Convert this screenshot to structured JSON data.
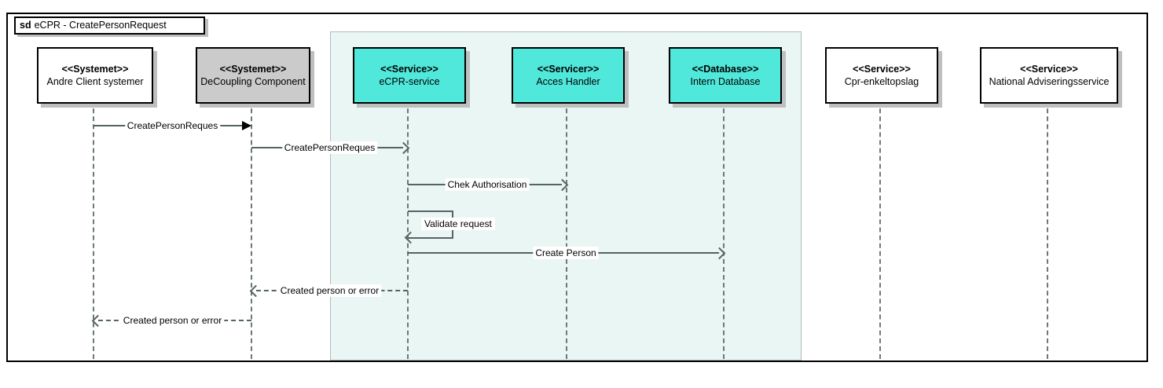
{
  "frame": {
    "keyword": "sd",
    "title": "eCPR - CreatePersonRequest"
  },
  "actors": [
    {
      "stereotype": "<<Systemet>>",
      "name": "Andre Client systemer",
      "fill": "#FFFFFF"
    },
    {
      "stereotype": "<<Systemet>>",
      "name": "DeCoupling Component",
      "fill": "#CBCBCB"
    },
    {
      "stereotype": "<<Service>>",
      "name": "eCPR-service",
      "fill": "#50E8DA"
    },
    {
      "stereotype": "<<Servicer>>",
      "name": "Acces Handler",
      "fill": "#50E8DA"
    },
    {
      "stereotype": "<<Database>>",
      "name": "Intern Database",
      "fill": "#50E8DA"
    },
    {
      "stereotype": "<<Service>>",
      "name": "Cpr-enkeltopslag",
      "fill": "#FFFFFF"
    },
    {
      "stereotype": "<<Service>>",
      "name": "National Adviseringsservice",
      "fill": "#FFFFFF"
    }
  ],
  "region": {
    "fill": "#E9F6F3",
    "covers": [
      "eCPR-service",
      "Acces Handler",
      "Intern Database"
    ]
  },
  "messages": [
    {
      "label": "CreatePersonReques",
      "from": "Andre Client systemer",
      "to": "DeCoupling Component",
      "line": "solid",
      "arrow": "filled"
    },
    {
      "label": "CreatePersonReques",
      "from": "DeCoupling Component",
      "to": "eCPR-service",
      "line": "solid",
      "arrow": "open"
    },
    {
      "label": "Chek Authorisation",
      "from": "eCPR-service",
      "to": "Acces Handler",
      "line": "solid",
      "arrow": "open"
    },
    {
      "label": "Validate request",
      "from": "eCPR-service",
      "to": "eCPR-service",
      "line": "solid",
      "arrow": "open",
      "self": true
    },
    {
      "label": "Create Person",
      "from": "eCPR-service",
      "to": "Intern Database",
      "line": "solid",
      "arrow": "open"
    },
    {
      "label": "Created person or error",
      "from": "eCPR-service",
      "to": "DeCoupling Component",
      "line": "dashed",
      "arrow": "open"
    },
    {
      "label": "Created person or error",
      "from": "DeCoupling Component",
      "to": "Andre Client systemer",
      "line": "dashed",
      "arrow": "open"
    }
  ],
  "colors": {
    "frame_border": "#000000",
    "service_fill": "#50E8DA",
    "component_fill": "#CBCBCB",
    "region_fill": "#E9F6F3",
    "message_line": "#546464",
    "lifeline": "#6E7878",
    "shadow": "#BFBFBF"
  }
}
